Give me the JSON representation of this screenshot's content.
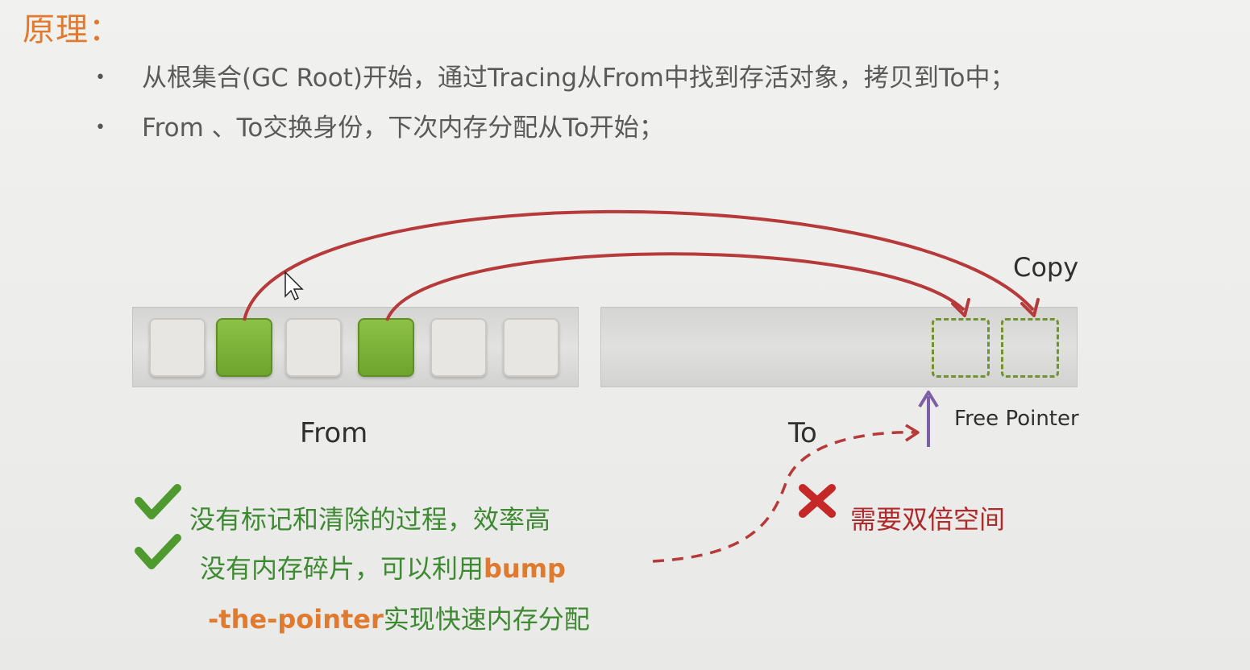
{
  "title": "原理：",
  "bullets": [
    {
      "dot": "•",
      "text": "从根集合(GC Root)开始，通过Tracing从From中找到存活对象，拷贝到To中；"
    },
    {
      "dot": "•",
      "text": "From 、To交换身份，下次内存分配从To开始；"
    }
  ],
  "diagram": {
    "from_label": "From",
    "to_label": "To",
    "copy_label": "Copy",
    "free_pointer_label": "Free Pointer",
    "from_cells": [
      "empty",
      "live",
      "empty",
      "live",
      "empty",
      "empty"
    ],
    "to_copied_cells": 2,
    "colors": {
      "live": "#7cb342",
      "arrow": "#b73a3a",
      "pointer": "#7d5fa6",
      "copy_outline": "#6f9330"
    }
  },
  "pros": {
    "item1": "没有标记和清除的过程，效率高",
    "item2_prefix": "没有内存碎片，可以利用",
    "item2_highlight": "bump",
    "item3_highlight": "-the-pointer",
    "item3_suffix": "实现快速内存分配"
  },
  "cons": {
    "item1": "需要双倍空间"
  },
  "icons": {
    "check": "check-icon",
    "cross": "cross-icon",
    "cursor": "mouse-cursor-icon"
  }
}
